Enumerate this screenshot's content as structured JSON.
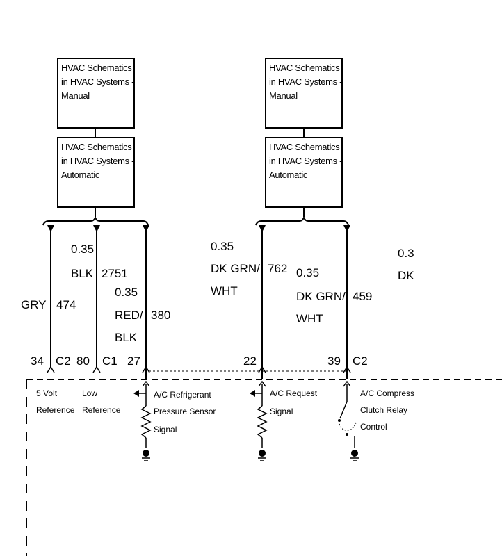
{
  "boxes": [
    {
      "lines": [
        "HVAC Schematics",
        "in HVAC Systems -",
        "Manual"
      ]
    },
    {
      "lines": [
        "HVAC Schematics",
        "in HVAC Systems -",
        "Automatic"
      ]
    },
    {
      "lines": [
        "HVAC Schematics",
        "in HVAC Systems -",
        "Manual"
      ]
    },
    {
      "lines": [
        "HVAC Schematics",
        "in HVAC Systems -",
        "Automatic"
      ]
    }
  ],
  "wires": {
    "w474": {
      "size": "",
      "color": "GRY",
      "circuit": "474"
    },
    "w2751": {
      "size": "0.35",
      "color": "BLK",
      "circuit": "2751"
    },
    "w380": {
      "size": "0.35",
      "color1": "RED/",
      "color2": "BLK",
      "circuit": "380"
    },
    "w762": {
      "size": "0.35",
      "color1": "DK GRN/",
      "color2": "WHT",
      "circuit": "762"
    },
    "w459": {
      "size": "0.35",
      "color1": "DK GRN/",
      "color2": "WHT",
      "circuit": "459"
    },
    "cut": {
      "size": "0.3",
      "color": "DK"
    }
  },
  "pins": {
    "p34": {
      "pin": "34",
      "conn": "C2"
    },
    "p80": {
      "pin": "80",
      "conn": "C1"
    },
    "p27": {
      "pin": "27"
    },
    "p22": {
      "pin": "22"
    },
    "p39": {
      "pin": "39",
      "conn": "C2"
    }
  },
  "labels": {
    "five_volt": [
      "5 Volt",
      "Reference"
    ],
    "low_ref": [
      "Low",
      "Reference"
    ],
    "ac_refrig": [
      "A/C Refrigerant",
      "Pressure Sensor",
      "Signal"
    ],
    "ac_request": [
      "A/C Request",
      "Signal"
    ],
    "ac_compress": [
      "A/C Compress",
      "Clutch Relay",
      "Control"
    ]
  }
}
